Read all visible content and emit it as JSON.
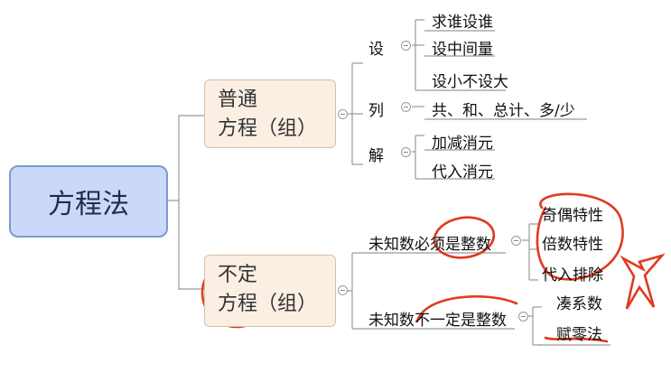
{
  "root": {
    "label": "方程法"
  },
  "branches": [
    {
      "label_line1": "普通",
      "label_line2": "方程（组）",
      "children": [
        {
          "label": "设",
          "items": [
            "求谁设谁",
            "设中间量",
            "设小不设大"
          ]
        },
        {
          "label": "列",
          "items": [
            "共、和、总计、多/少"
          ]
        },
        {
          "label": "解",
          "items": [
            "加减消元",
            "代入消元"
          ]
        }
      ]
    },
    {
      "label_line1": "不定",
      "label_line2": "方程（组）",
      "children": [
        {
          "label": "未知数必须是整数",
          "items": [
            "奇偶特性",
            "倍数特性",
            "代入排除"
          ]
        },
        {
          "label": "未知数不一定是整数",
          "items": [
            "凑系数",
            "赋零法"
          ]
        }
      ]
    }
  ],
  "colors": {
    "root_fill": "#c9d9f7",
    "branch_fill": "#fbefe4",
    "annotation_red": "#e03a1e",
    "connector": "#9a9a9a"
  }
}
